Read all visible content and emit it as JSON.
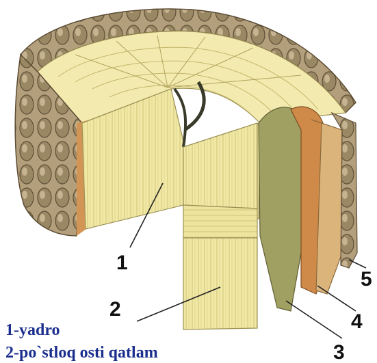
{
  "callouts": [
    {
      "id": "1",
      "text": "1"
    },
    {
      "id": "2",
      "text": "2"
    },
    {
      "id": "3",
      "text": "3"
    },
    {
      "id": "4",
      "text": "4"
    },
    {
      "id": "5",
      "text": "5"
    }
  ],
  "legend": [
    {
      "text": "1-yadro"
    },
    {
      "text": "2-po`stloq osti qatlam"
    }
  ],
  "colors": {
    "sapwood": "#f0e7a3",
    "heartwood_grain": "#c9bd6c",
    "outer_bark": "#8c7a5a",
    "cambium_green": "#9a9a5c",
    "phloem_orange": "#cf8a4a",
    "inner_bark_tan": "#d8b07a",
    "legend_text": "#1c2f8f"
  }
}
